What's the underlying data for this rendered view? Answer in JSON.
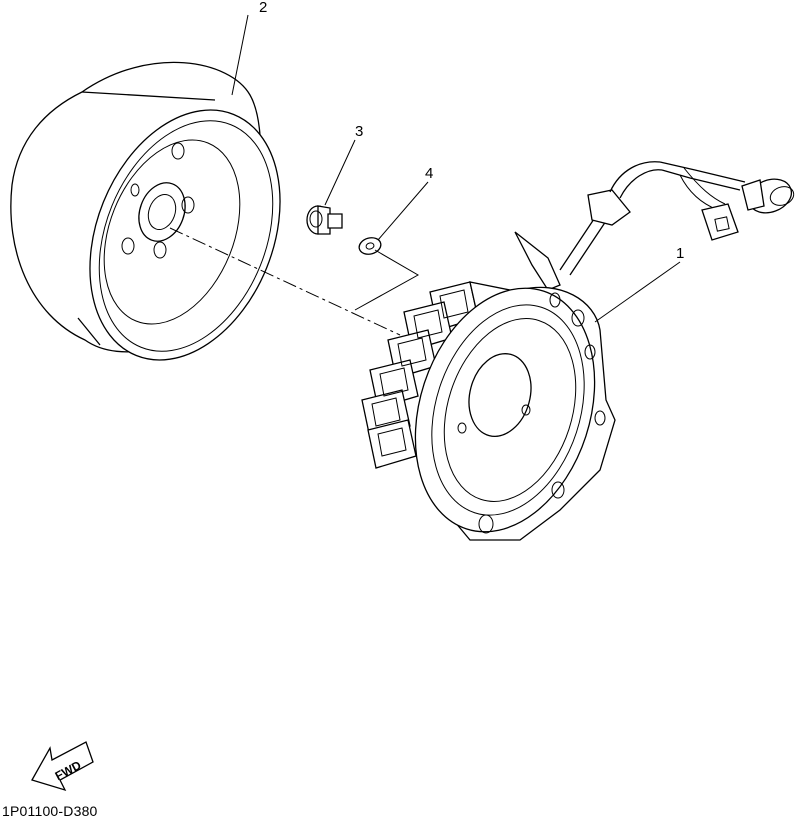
{
  "callouts": [
    {
      "id": "1",
      "label": "1"
    },
    {
      "id": "2",
      "label": "2"
    },
    {
      "id": "3",
      "label": "3"
    },
    {
      "id": "4",
      "label": "4"
    }
  ],
  "fwd_label": "FWD",
  "diagram_code": "1P01100-D380"
}
